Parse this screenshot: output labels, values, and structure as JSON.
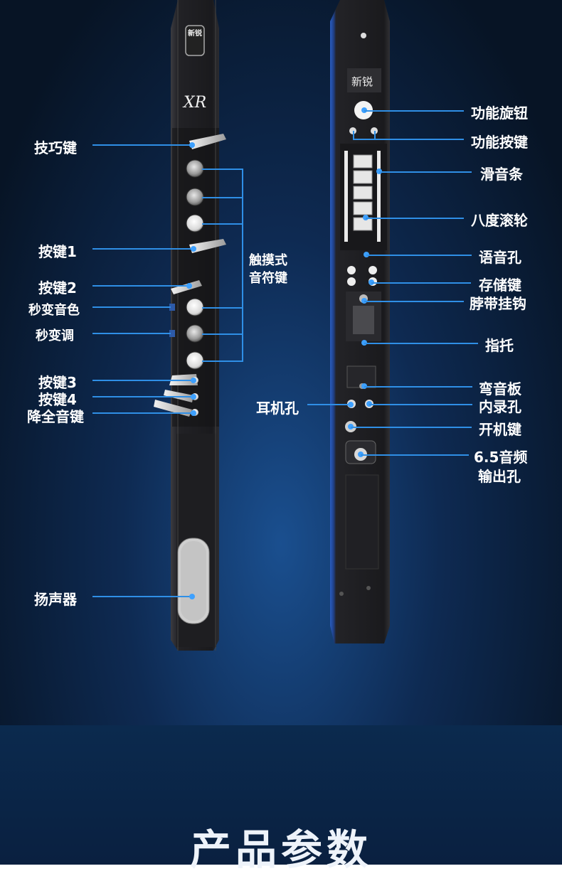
{
  "left_instrument": {
    "brand": "新锐",
    "model": "XR"
  },
  "right_instrument": {
    "brand": "新锐"
  },
  "labels_left": {
    "skill_key": "技巧键",
    "key1": "按键1",
    "key2": "按键2",
    "instant_timbre": "秒变音色",
    "instant_key": "秒变调",
    "key3": "按键3",
    "key4": "按键4",
    "flat_key": "降全音键",
    "speaker": "扬声器"
  },
  "labels_center": {
    "touch_note_keys": [
      "触摸式",
      "音符键"
    ],
    "headphone_jack": "耳机孔"
  },
  "labels_right": {
    "function_knob": "功能旋钮",
    "function_button": "功能按键",
    "glide_strip": "滑音条",
    "octave_wheel": "八度滚轮",
    "voice_hole": "语音孔",
    "save_key": "存储键",
    "strap_hook": "脖带挂钩",
    "thumb_rest": "指托",
    "pitch_bend": "弯音板",
    "internal_record": "内录孔",
    "power_key": "开机键",
    "audio_out": [
      "6.5音频",
      "输出孔"
    ]
  },
  "section_title": "产品参数",
  "colors": {
    "accent": "#2f8fe6",
    "body": "#1c1c1f",
    "side_blue": "#2a5dbf"
  }
}
